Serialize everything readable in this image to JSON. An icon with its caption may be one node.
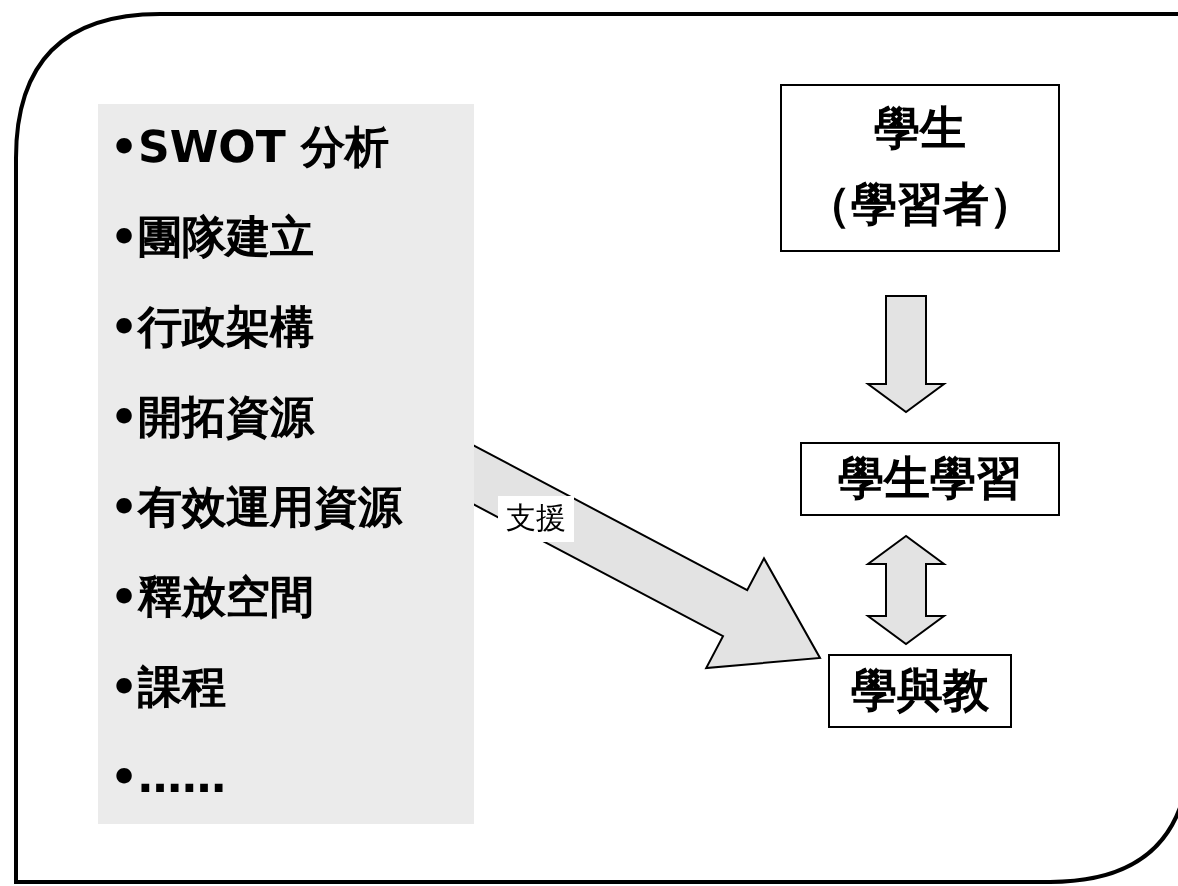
{
  "diagram": {
    "nodes": [
      {
        "text": [
          "•SWOT 分析",
          "•團隊建立",
          "•行政架構",
          "•開拓資源",
          "•有效運用資源",
          "•釋放空間",
          "•課程",
          "•……"
        ]
      },
      {
        "text": [
          "學生",
          "（學習者）"
        ]
      },
      {
        "text": [
          "學生學習"
        ]
      },
      {
        "text": [
          "學與教"
        ]
      }
    ],
    "edges": [
      {
        "from": 0,
        "to": 3,
        "arrow": "to",
        "label": "支援"
      },
      {
        "from": 1,
        "to": 2,
        "arrow": "to"
      },
      {
        "from": 2,
        "to": 3,
        "arrow": "both"
      }
    ]
  }
}
